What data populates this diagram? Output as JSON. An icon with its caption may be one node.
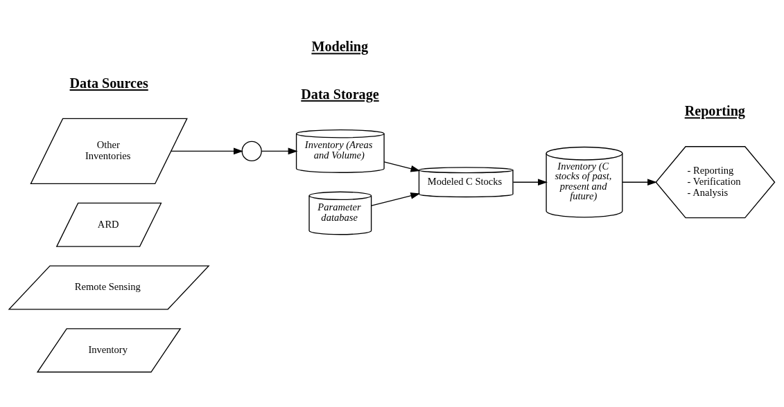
{
  "diagram": {
    "nodes": [
      {
        "text": [
          "Inventory"
        ]
      },
      {
        "text": [
          "Remote Sensing"
        ]
      },
      {
        "text": [
          "ARD"
        ]
      },
      {
        "text": [
          "Other Inventories"
        ]
      },
      {
        "text": [],
        "shape": "circle"
      },
      {
        "text": [
          "Inventory (Areas and Volume)"
        ]
      },
      {
        "text": [
          "Inventory (C stocks of past, present and future)"
        ]
      },
      {
        "text": [
          "- Reporting",
          "- Verification",
          "- Analysis"
        ]
      },
      {
        "text": [
          "Parameter database"
        ]
      },
      {
        "text": [
          "Modeled C Stocks"
        ]
      }
    ],
    "edges": [
      {
        "from": 3,
        "to": 4,
        "arrow": "to"
      },
      {
        "from": 4,
        "to": 5,
        "arrow": "to"
      },
      {
        "from": 5,
        "to": 9,
        "arrow": "to"
      },
      {
        "from": 8,
        "to": 9,
        "arrow": "to"
      },
      {
        "from": 9,
        "to": 6,
        "arrow": "to"
      },
      {
        "from": 6,
        "to": 7,
        "arrow": "to"
      }
    ],
    "labels": [
      "Data Sources",
      "Data Storage",
      "Reporting",
      "Modeling"
    ]
  }
}
